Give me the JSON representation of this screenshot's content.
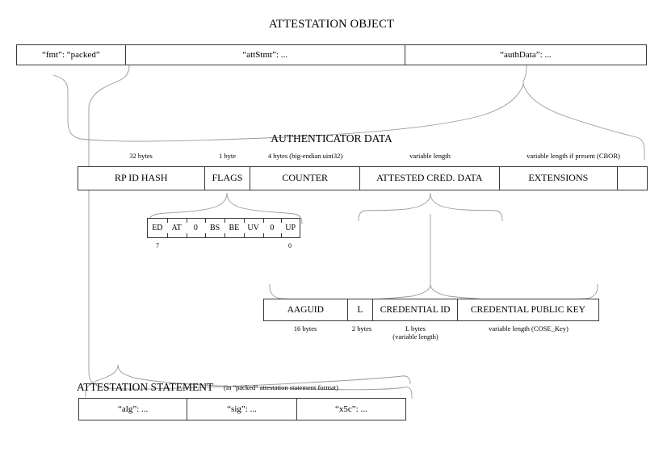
{
  "diagram": {
    "title": "ATTESTATION OBJECT",
    "type": "webauthn-attestation-object-structure"
  },
  "attestation_object_row": {
    "name": "attestation-object",
    "fields": [
      {
        "label": "“fmt”: “packed”"
      },
      {
        "label": "“attStmt”: ..."
      },
      {
        "label": "“authData”: ..."
      }
    ]
  },
  "authenticator_data": {
    "section_title": "AUTHENTICATOR DATA",
    "fields": [
      {
        "label": "RP ID HASH",
        "size": "32 bytes"
      },
      {
        "label": "FLAGS",
        "size": "1 byte"
      },
      {
        "label": "COUNTER",
        "size": "4 bytes (big-endian uint32)"
      },
      {
        "label": "ATTESTED CRED. DATA",
        "size": "variable length"
      },
      {
        "label": "EXTENSIONS",
        "size": "variable length if present (CBOR)"
      }
    ]
  },
  "flags_bits": {
    "bits": [
      "ED",
      "AT",
      "0",
      "BS",
      "BE",
      "UV",
      "0",
      "UP"
    ],
    "high_bit_label": "7",
    "low_bit_label": "0"
  },
  "attested_credential_data": {
    "fields": [
      {
        "label": "AAGUID",
        "size": "16 bytes"
      },
      {
        "label": "L",
        "size": "2 bytes"
      },
      {
        "label": "CREDENTIAL ID",
        "size": "L bytes",
        "size2": "(variable length)"
      },
      {
        "label": "CREDENTIAL PUBLIC KEY",
        "size": "variable length (COSE_Key)"
      }
    ]
  },
  "attestation_statement": {
    "section_title": "ATTESTATION STATEMENT",
    "section_note": "(in \"packed\" attestation statement format)",
    "fields": [
      {
        "label": "“alg”: ..."
      },
      {
        "label": "“sig”: ..."
      },
      {
        "label": "“x5c”: ..."
      }
    ]
  },
  "colors": {
    "background": "#ffffff",
    "box_border": "#3a3a3a",
    "connector": "#9a9a9a",
    "text": "#000000"
  }
}
